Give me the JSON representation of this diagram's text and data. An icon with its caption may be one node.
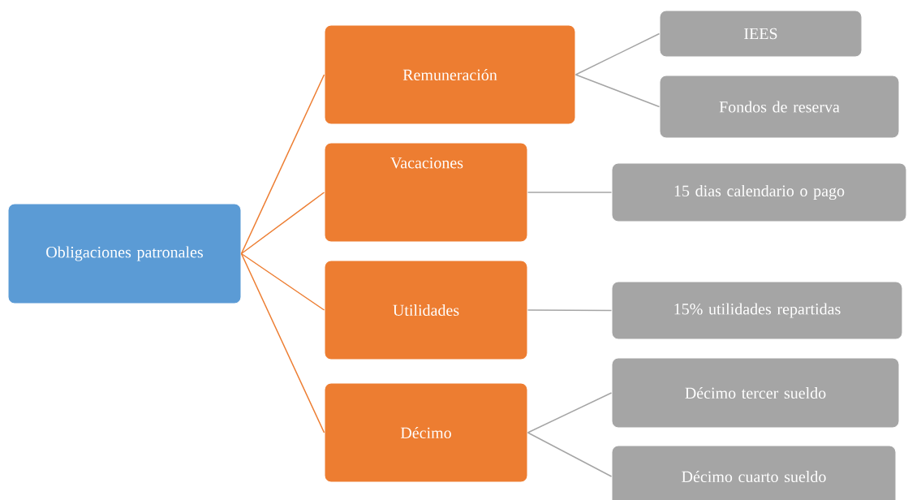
{
  "diagram": {
    "nodes": [
      {
        "text": [
          "Obligaciones patronales"
        ]
      },
      {
        "text": [
          "Remuneración"
        ]
      },
      {
        "text": [
          "Vacaciones"
        ]
      },
      {
        "text": [
          "Utilidades"
        ]
      },
      {
        "text": [
          "Décimo"
        ]
      },
      {
        "text": [
          "IEES"
        ]
      },
      {
        "text": [
          "Fondos de reserva"
        ]
      },
      {
        "text": [
          "15 dias calendario o pago"
        ]
      },
      {
        "text": [
          "15% utilidades repartidas"
        ]
      },
      {
        "text": [
          "Décimo tercer sueldo"
        ]
      },
      {
        "text": [
          "Décimo cuarto sueldo"
        ]
      }
    ],
    "edges": [
      {
        "from": 0,
        "to": 1,
        "arrow": "none",
        "color": "#ed7d31"
      },
      {
        "from": 0,
        "to": 2,
        "arrow": "none",
        "color": "#ed7d31"
      },
      {
        "from": 0,
        "to": 3,
        "arrow": "none",
        "color": "#ed7d31"
      },
      {
        "from": 0,
        "to": 4,
        "arrow": "none",
        "color": "#ed7d31"
      },
      {
        "from": 1,
        "to": 5,
        "arrow": "none"
      },
      {
        "from": 1,
        "to": 6,
        "arrow": "none"
      },
      {
        "from": 2,
        "to": 7,
        "arrow": "none"
      },
      {
        "from": 3,
        "to": 8,
        "arrow": "none"
      },
      {
        "from": 4,
        "to": 9,
        "arrow": "none"
      },
      {
        "from": 4,
        "to": 10,
        "arrow": "none"
      }
    ]
  }
}
